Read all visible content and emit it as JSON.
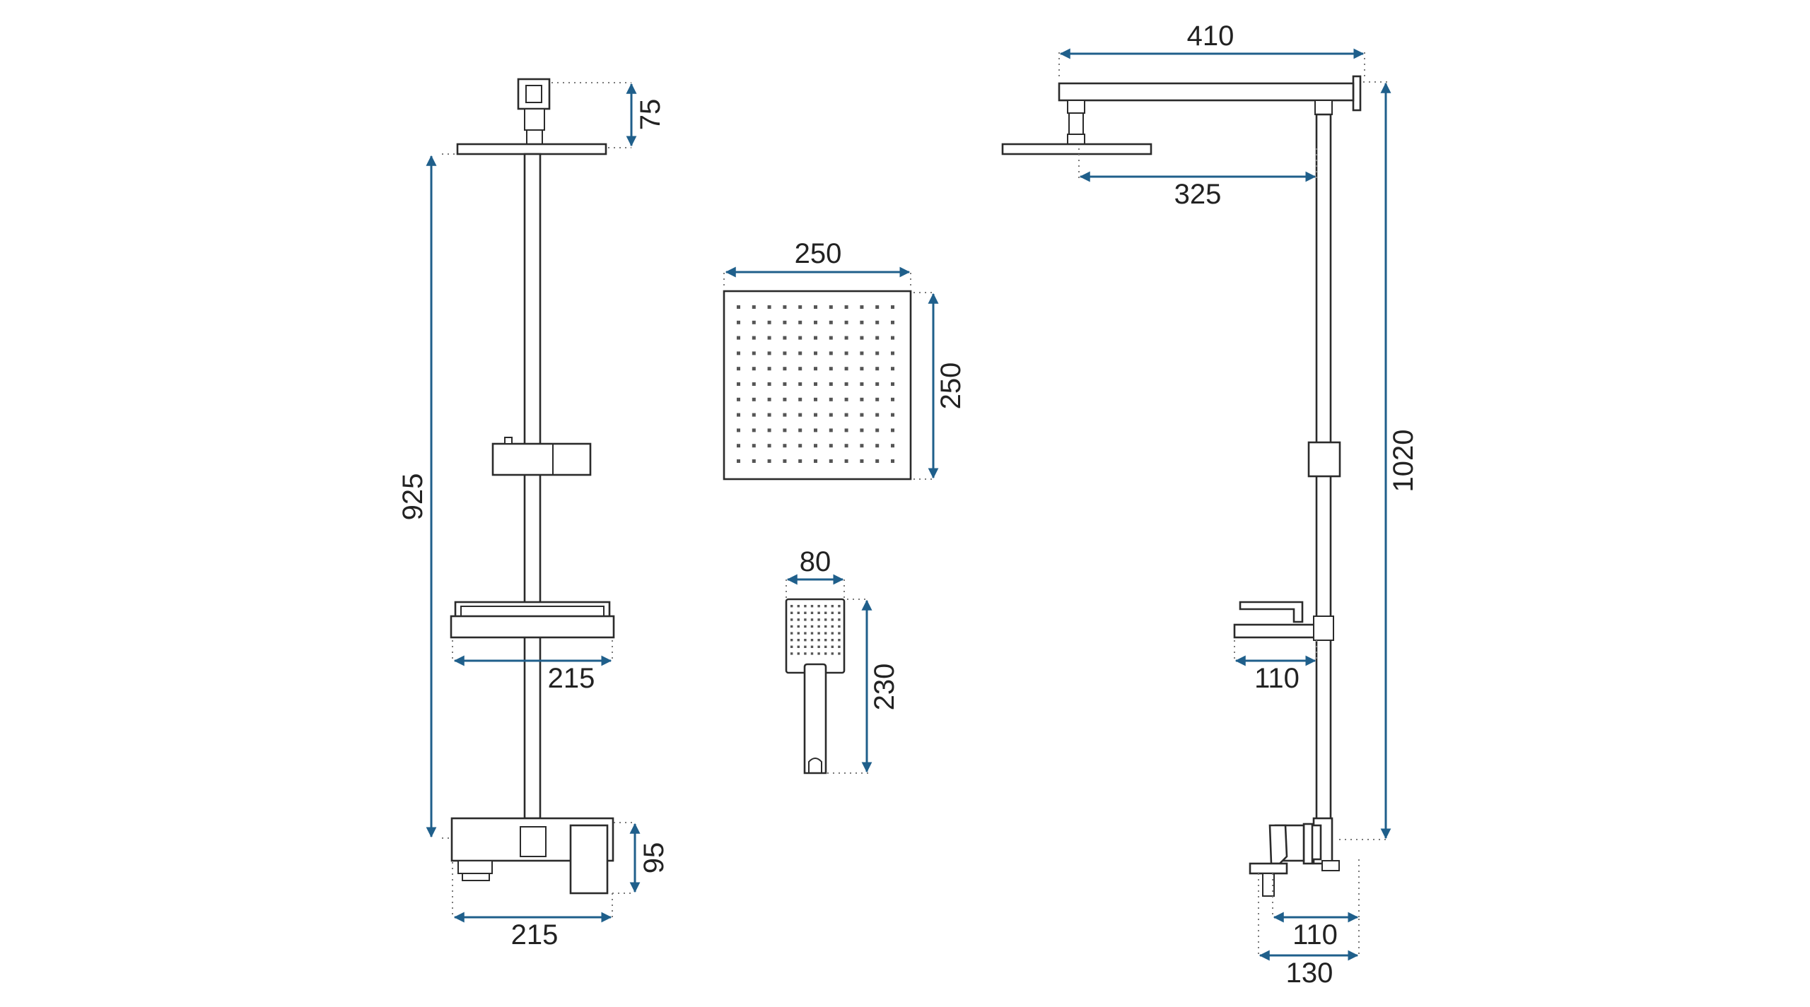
{
  "dimensions": {
    "left_top_height": "75",
    "left_total_height": "925",
    "left_shelf_width": "215",
    "left_mixer_height": "95",
    "left_mixer_width": "215",
    "head_width": "250",
    "head_depth": "250",
    "hand_width": "80",
    "hand_length": "230",
    "arm_length": "410",
    "arm_reach": "325",
    "total_height": "1020",
    "side_shelf_depth": "110",
    "spout_depth": "110",
    "mixer_depth": "130"
  },
  "colors": {
    "dimension_line": "#1f5f8b",
    "outline": "#2b2b2b",
    "extension_dots": "#7a7a7a"
  }
}
